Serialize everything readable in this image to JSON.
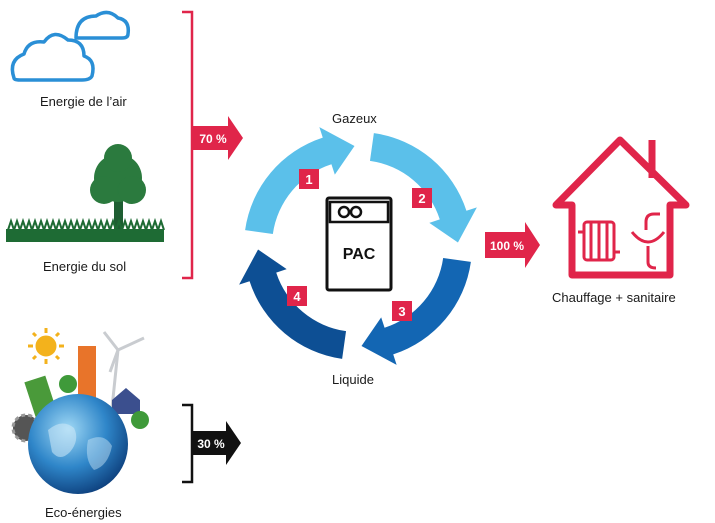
{
  "sources": {
    "air": {
      "label": "Energie de l’air",
      "icon": "clouds-icon"
    },
    "ground": {
      "label": "Energie du sol",
      "icon": "tree-icon"
    },
    "eco": {
      "label": "Eco-énergies",
      "icon": "globe-icon"
    }
  },
  "shares": {
    "renewable": {
      "label": "70 %",
      "color": "#e0254a"
    },
    "eco": {
      "label": "30 %",
      "color": "#111111"
    },
    "output": {
      "label": "100 %",
      "color": "#e0254a"
    }
  },
  "cycle": {
    "top_label": "Gazeux",
    "bottom_label": "Liquide",
    "machine_label": "PAC",
    "steps": [
      "1",
      "2",
      "3",
      "4"
    ],
    "colors": {
      "light": "#5bc0ea",
      "dark": "#1366b3",
      "darker": "#0d4f94"
    }
  },
  "house": {
    "label": "Chauffage + sanitaire",
    "color": "#e0254a"
  }
}
